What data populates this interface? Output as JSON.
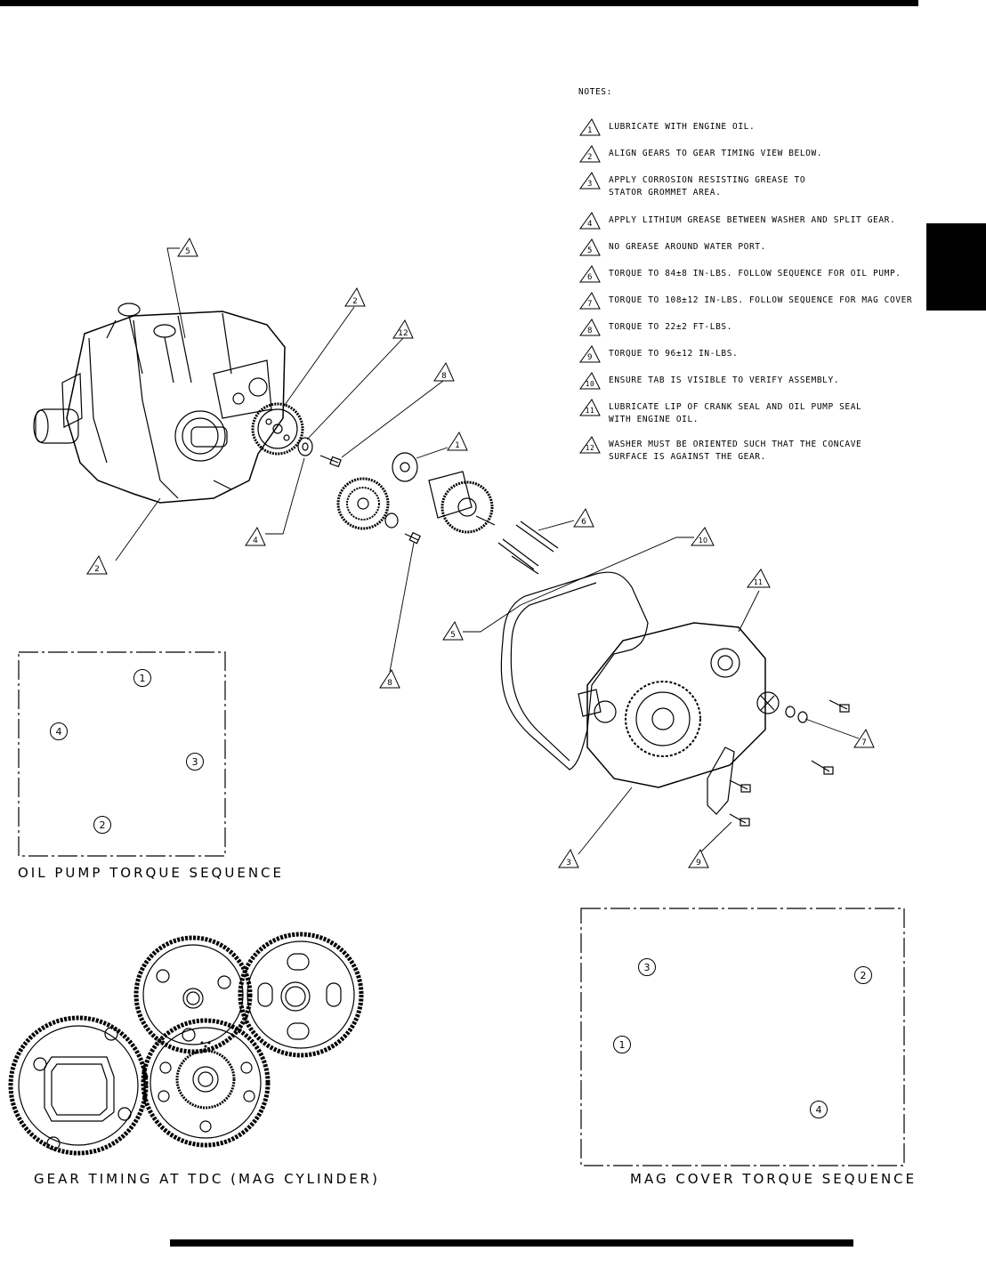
{
  "notes": {
    "title": "NOTES:",
    "items": [
      {
        "num": "1",
        "text": "LUBRICATE WITH ENGINE OIL."
      },
      {
        "num": "2",
        "text": "ALIGN GEARS TO GEAR TIMING VIEW BELOW."
      },
      {
        "num": "3",
        "text": "APPLY CORROSION RESISTING GREASE TO\nSTATOR GROMMET AREA."
      },
      {
        "num": "4",
        "text": "APPLY LITHIUM GREASE BETWEEN WASHER AND SPLIT GEAR."
      },
      {
        "num": "5",
        "text": "NO GREASE AROUND WATER PORT."
      },
      {
        "num": "6",
        "text": "TORQUE TO 84±8 IN-LBS.  FOLLOW SEQUENCE FOR OIL PUMP."
      },
      {
        "num": "7",
        "text": "TORQUE TO 108±12 IN-LBS.  FOLLOW SEQUENCE FOR MAG COVER"
      },
      {
        "num": "8",
        "text": "TORQUE TO 22±2 FT-LBS."
      },
      {
        "num": "9",
        "text": "TORQUE TO 96±12 IN-LBS."
      },
      {
        "num": "10",
        "text": "ENSURE TAB IS VISIBLE TO VERIFY ASSEMBLY."
      },
      {
        "num": "11",
        "text": "LUBRICATE LIP OF CRANK SEAL AND OIL PUMP SEAL\nWITH ENGINE OIL."
      },
      {
        "num": "12",
        "text": "WASHER MUST BE ORIENTED SUCH THAT THE CONCAVE\nSURFACE IS AGAINST THE GEAR."
      }
    ]
  },
  "callouts": [
    "5",
    "2",
    "12",
    "8",
    "1",
    "4",
    "2",
    "6",
    "10",
    "5",
    "8",
    "11",
    "7",
    "3",
    "9"
  ],
  "oil_pump": {
    "caption": "OIL PUMP TORQUE SEQUENCE",
    "positions": [
      "1",
      "4",
      "3",
      "2"
    ]
  },
  "mag_cover": {
    "caption": "MAG COVER TORQUE SEQUENCE",
    "positions": [
      "3",
      "2",
      "1",
      "4"
    ]
  },
  "gear_timing": {
    "caption": "GEAR TIMING AT TDC (MAG CYLINDER)"
  }
}
